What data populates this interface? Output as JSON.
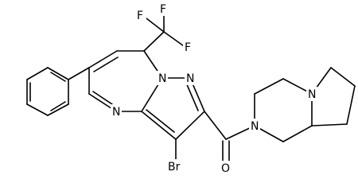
{
  "diagram": {
    "type": "chemical-structure",
    "atom_labels": {
      "f_top": "F",
      "f_right": "F",
      "f_left": "F",
      "n_bridge": "N",
      "n_pyrazole": "N",
      "n_pyrimidine": "N",
      "br": "Br",
      "o": "O",
      "n_amide": "N",
      "n_bicyclic": "N"
    }
  }
}
